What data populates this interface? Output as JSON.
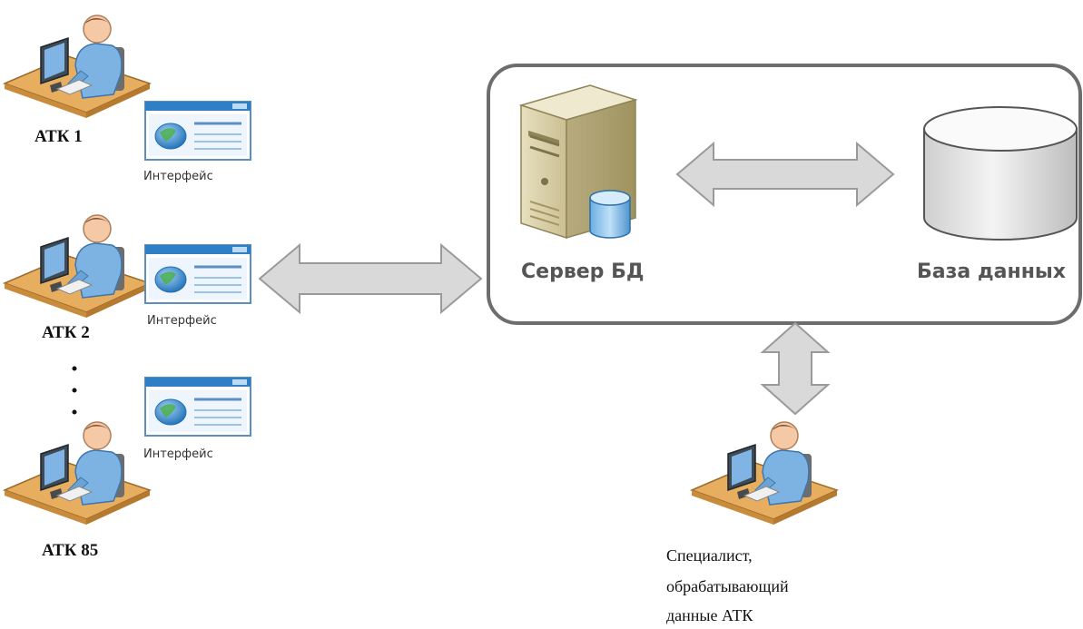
{
  "workstations": [
    {
      "label": "АТК 1",
      "interface_label": "Интерфейс"
    },
    {
      "label": "АТК 2",
      "interface_label": "Интерфейс"
    },
    {
      "label": "АТК 85",
      "interface_label": "Интерфейс"
    }
  ],
  "server_group": {
    "server_label": "Сервер БД",
    "database_label": "База данных"
  },
  "specialist": {
    "label_lines": [
      "Специалист,",
      "обрабатывающий",
      "данные АТК"
    ]
  },
  "colors": {
    "arrow_fill": "#d9d9d9",
    "arrow_stroke": "#9a9a9a",
    "group_border": "#6d6d6d",
    "person_shirt": "#7fb4e4",
    "desk": "#e4a85a",
    "window_title": "#2f7fc7",
    "globe": "#3a8fd0"
  },
  "icons": {
    "workstation": "person-at-computer-icon",
    "interface": "app-window-icon",
    "server": "server-tower-icon",
    "database": "database-cylinder-icon"
  }
}
